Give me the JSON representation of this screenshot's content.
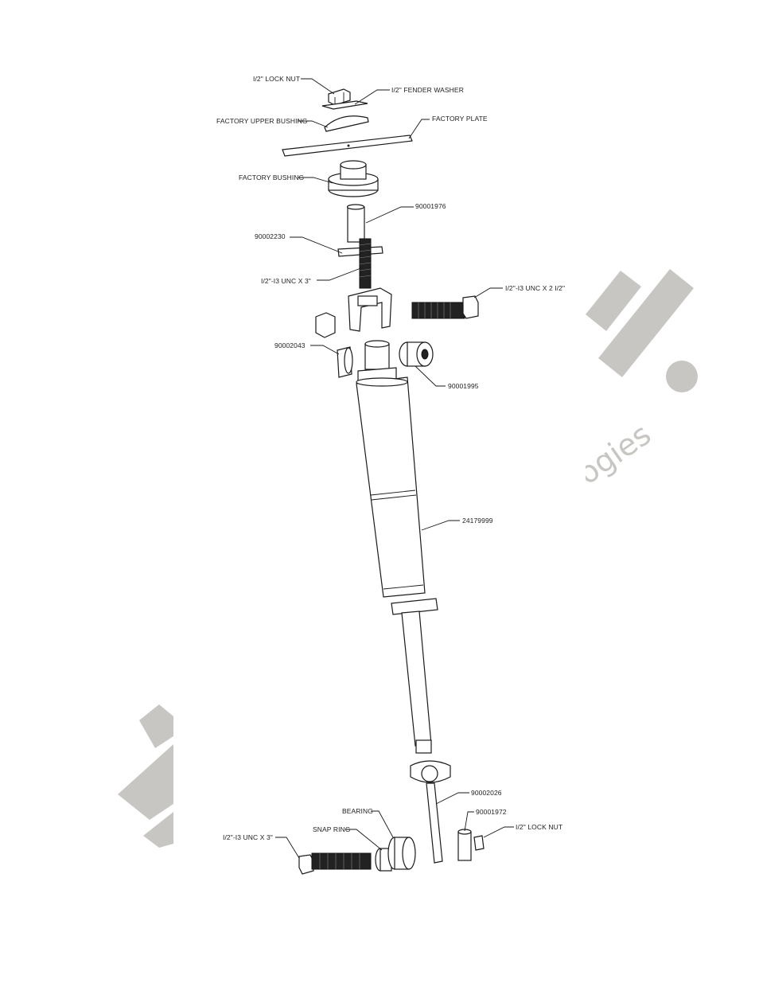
{
  "parts": {
    "lock_nut_top": "I/2\" LOCK NUT",
    "fender_washer": "I/2\" FENDER WASHER",
    "factory_upper_bushing": "FACTORY UPPER BUSHING",
    "factory_plate": "FACTORY PLATE",
    "factory_bushing": "FACTORY BUSHING",
    "p90001976": "90001976",
    "p90002230": "90002230",
    "bolt_3in_top": "I/2\"-I3 UNC X 3\"",
    "bolt_2half": "I/2\"-I3 UNC X 2 I/2\"",
    "p90002043": "90002043",
    "p90001995": "90001995",
    "p24179999": "24179999",
    "p90002026": "90002026",
    "bearing": "BEARING",
    "p90001972": "90001972",
    "snap_ring": "SNAP RING",
    "lock_nut_bottom": "I/2\" LOCK NUT",
    "bolt_3in_bottom": "I/2\"-I3 UNC X 3\""
  },
  "watermark": {
    "text": "ogies",
    "color": "#c8c6c2"
  }
}
